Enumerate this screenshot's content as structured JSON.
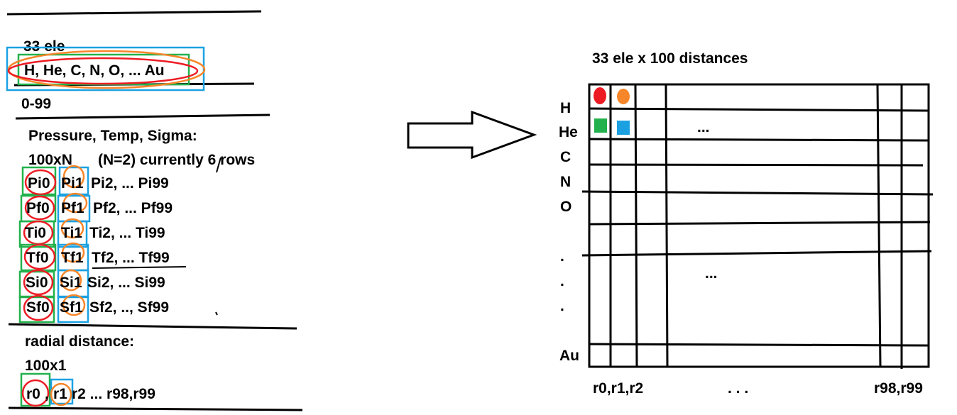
{
  "left_panel": {
    "element_count": "33 ele",
    "element_list": "H, He, C, N, O, ... Au",
    "index_range": "0-99",
    "pressure_header": "Pressure, Temp, Sigma:",
    "pressure_shape": "100xN",
    "pressure_note": "(N=2) currently 6 rows",
    "rows": [
      {
        "first": "Pi0",
        "second": "Pi1",
        "rest": "Pi2, ... Pi99"
      },
      {
        "first": "Pf0",
        "second": "Pf1",
        "rest": "Pf2, ... Pf99"
      },
      {
        "first": "Ti0",
        "second": "Ti1",
        "rest": "Ti2, ... Ti99"
      },
      {
        "first": "Tf0",
        "second": "Tf1",
        "rest": "Tf2, ... Tf99"
      },
      {
        "first": "Si0",
        "second": "Si1",
        "rest": "Si2, ... Si99"
      },
      {
        "first": "Sf0",
        "second": "Sf1",
        "rest": "Sf2, .., Sf99"
      }
    ],
    "radial_header": "radial distance:",
    "radial_shape": "100x1",
    "radial_first": "r0",
    "radial_second": "r1",
    "radial_rest": "r2 ... r98,r99"
  },
  "right_panel": {
    "title": "33 ele x 100 distances",
    "row_labels": [
      "H",
      "He",
      "C",
      "N",
      "O",
      ".",
      ".",
      ".",
      "Au"
    ],
    "inner_ellipsis_top": "...",
    "inner_ellipsis_mid": "...",
    "col_label_start": "r0,r1,r2",
    "col_label_mid": ". . .",
    "col_label_end": "r98,r99"
  },
  "colors": {
    "red": "#ed1c24",
    "orange": "#f7862a",
    "green": "#22b14c",
    "blue": "#1ba1e2",
    "ink": "#000000"
  }
}
